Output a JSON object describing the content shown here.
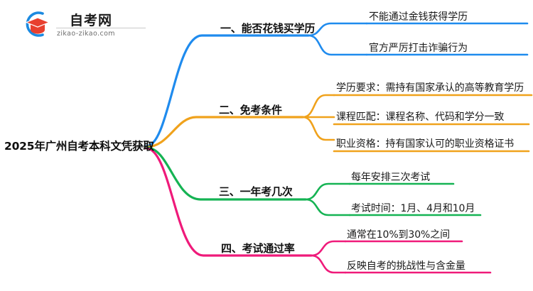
{
  "logo": {
    "name_cn": "自考网",
    "url": "zikao-zikao.com",
    "mark_icon": "graduation-cap-icon",
    "arc_color": "#1c8ae0",
    "cap_color": "#e8402f"
  },
  "mindmap": {
    "root": {
      "label": "2025年广州自考本科文凭获取",
      "stub_color": "#9a9a9a"
    },
    "branches": [
      {
        "index": "1",
        "label": "一、能否花钱买学历",
        "color": "#1f8bee",
        "leaves": [
          {
            "label": "不能通过金钱获得学历"
          },
          {
            "label": "官方严厉打击诈骗行为"
          }
        ]
      },
      {
        "index": "2",
        "label": "二、免考条件",
        "color": "#f0a21c",
        "leaves": [
          {
            "label": "学历要求：需持有国家承认的高等教育学历"
          },
          {
            "label": "课程匹配：课程名称、代码和学分一致"
          },
          {
            "label": "职业资格：持有国家认可的职业资格证书"
          }
        ]
      },
      {
        "index": "3",
        "label": "三、一年考几次",
        "color": "#15b353",
        "leaves": [
          {
            "label": "每年安排三次考试"
          },
          {
            "label": "考试时间：1月、4月和10月"
          }
        ]
      },
      {
        "index": "4",
        "label": "四、考试通过率",
        "color": "#ef1a7a",
        "leaves": [
          {
            "label": "通常在10%到30%之间"
          },
          {
            "label": "反映自考的挑战性与含金量"
          }
        ]
      }
    ]
  }
}
